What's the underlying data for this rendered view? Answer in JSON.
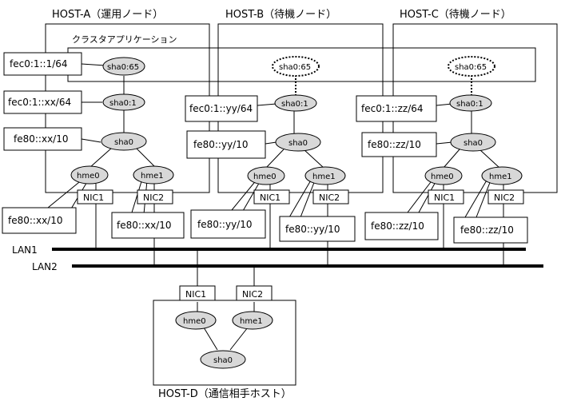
{
  "hosts": {
    "a": {
      "title": "HOST-A（運用ノード）"
    },
    "b": {
      "title": "HOST-B（待機ノード）"
    },
    "c": {
      "title": "HOST-C（待機ノード）"
    },
    "d": {
      "title": "HOST-D（通信相手ホスト）"
    }
  },
  "cluster_app": {
    "label": "クラスタアプリケーション"
  },
  "lans": {
    "lan1": "LAN1",
    "lan2": "LAN2"
  },
  "interfaces": {
    "sha065": "sha0:65",
    "sha01": "sha0:1",
    "sha0": "sha0",
    "hme0": "hme0",
    "hme1": "hme1",
    "nic1": "NIC1",
    "nic2": "NIC2"
  },
  "addresses": {
    "a_takeover": "fec0:1::1/64",
    "a_logical": "fec0:1::xx/64",
    "a_sha0": "fe80::xx/10",
    "a_hme0": "fe80::xx/10",
    "a_hme1": "fe80::xx/10",
    "b_logical": "fec0:1::yy/64",
    "b_sha0": "fe80::yy/10",
    "b_hme0": "fe80::yy/10",
    "b_hme1": "fe80::yy/10",
    "c_logical": "fec0:1::zz/64",
    "c_sha0": "fe80::zz/10",
    "c_hme0": "fe80::zz/10",
    "c_hme1": "fe80::zz/10"
  }
}
